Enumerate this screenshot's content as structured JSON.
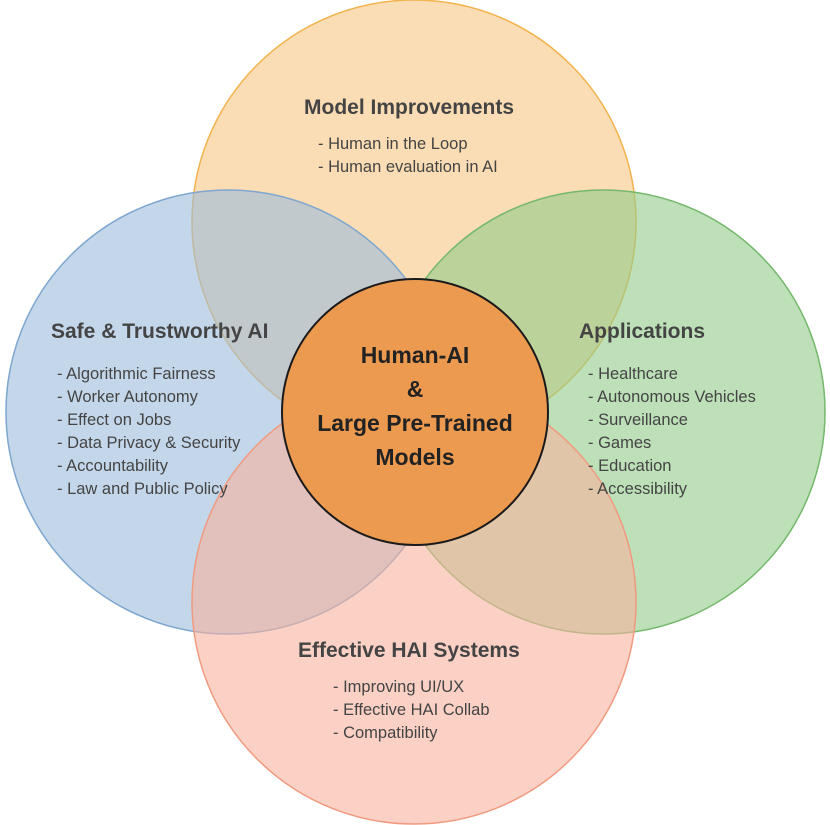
{
  "circles": {
    "top": {
      "title": "Model Improvements",
      "items": [
        "- Human in the Loop",
        "- Human evaluation in AI"
      ],
      "fill": "#f9c784",
      "stroke": "#f2b34d"
    },
    "left": {
      "title": "Safe & Trustworthy AI",
      "items": [
        "- Algorithmic Fairness",
        "- Worker Autonomy",
        "- Effect on Jobs",
        "- Data Privacy & Security",
        "- Accountability",
        "- Law and Public Policy"
      ],
      "fill": "#9dbddc",
      "stroke": "#7ea6cf"
    },
    "right": {
      "title": "Applications",
      "items": [
        "- Healthcare",
        "- Autonomous Vehicles",
        "- Surveillance",
        "- Games",
        "- Education",
        "- Accessibility"
      ],
      "fill": "#93cc8b",
      "stroke": "#74b86b"
    },
    "bottom": {
      "title": "Effective HAI Systems",
      "items": [
        "- Improving UI/UX",
        "- Effective HAI Collab",
        "- Compatibility"
      ],
      "fill": "#f7b39c",
      "stroke": "#f09a80"
    }
  },
  "center": {
    "lines": [
      "Human-AI",
      "&",
      "Large Pre-Trained",
      "Models"
    ],
    "fill": "#ec9a50",
    "stroke": "#1a1a1a"
  }
}
